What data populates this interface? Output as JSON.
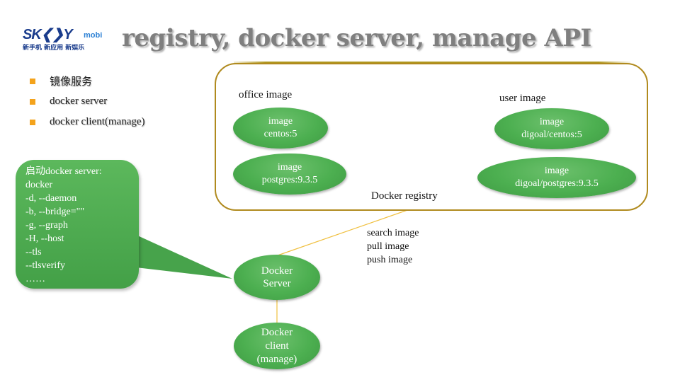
{
  "logo": {
    "brand": "SK",
    "brand_chevrons": "❮❯Y",
    "suffix": "mobi",
    "tagline": "新手机 新应用 新娱乐"
  },
  "title": "registry, docker server, manage API",
  "bullets": [
    {
      "text": "镜像服务"
    },
    {
      "text": "docker server"
    },
    {
      "text": "docker client(manage)"
    }
  ],
  "bubble": {
    "lines": [
      "启动docker server:",
      "docker",
      "-d, --daemon",
      "-b, --bridge=\"\"",
      "-g, --graph",
      "-H, --host",
      "--tls",
      "--tlsverify",
      "……"
    ]
  },
  "registry": {
    "label": "Docker registry",
    "office_label": "office image",
    "user_label": "user image",
    "office_images": [
      {
        "line1": "image",
        "line2": "centos:5"
      },
      {
        "line1": "image",
        "line2": "postgres:9.3.5"
      }
    ],
    "user_images": [
      {
        "line1": "image",
        "line2": "digoal/centos:5"
      },
      {
        "line1": "image",
        "line2": "digoal/postgres:9.3.5"
      }
    ]
  },
  "operations": [
    "search image",
    "pull image",
    "push image"
  ],
  "server": {
    "line1": "Docker",
    "line2": "Server"
  },
  "client": {
    "line1": "Docker",
    "line2": "client",
    "line3": "(manage)"
  },
  "colors": {
    "node_green": "#4caf50",
    "bullet_orange": "#f4a31c",
    "registry_border": "#b08a1e",
    "connector": "#f0c040",
    "title_gray": "#7f7f7f"
  }
}
